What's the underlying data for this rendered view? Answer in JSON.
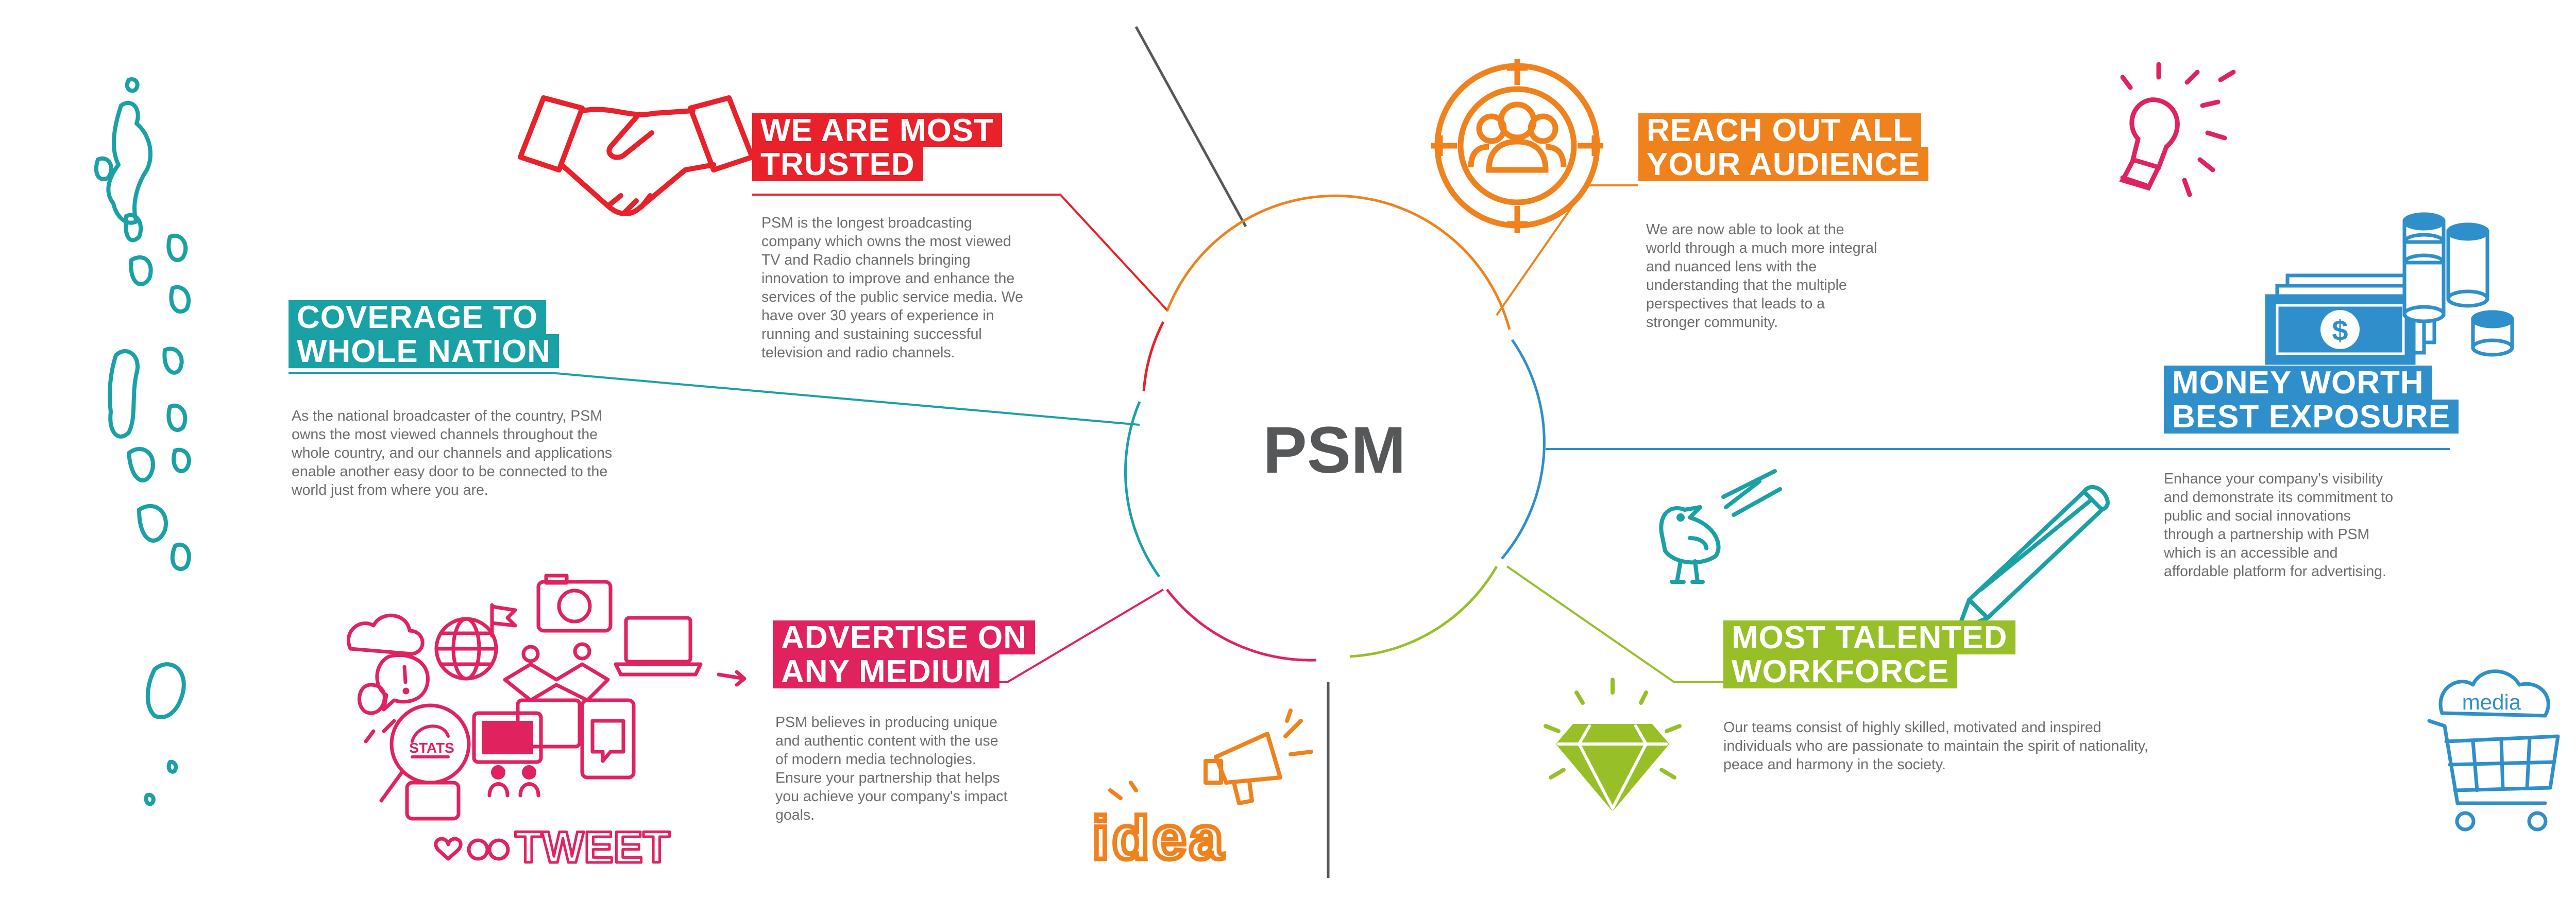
{
  "center": {
    "title": "PSM"
  },
  "colors": {
    "red": "#e8212a",
    "orange": "#f0821e",
    "teal": "#1aa1a6",
    "blue": "#2e8fcb",
    "magenta": "#e0225e",
    "green": "#97bf28",
    "gray_text": "#6d6d6d",
    "center_text": "#555759"
  },
  "sections": {
    "trusted": {
      "heading_line1": "WE ARE MOST",
      "heading_line2": "TRUSTED",
      "body": [
        "PSM is the longest broadcasting",
        "company which owns the most viewed",
        "TV and Radio channels bringing",
        "innovation to improve and enhance the",
        "services of the public service media. We",
        "have over 30 years of experience in",
        "running and sustaining successful",
        "television and radio channels."
      ],
      "icon": "handshake-icon"
    },
    "audience": {
      "heading_line1": "REACH OUT ALL",
      "heading_line2": "YOUR AUDIENCE",
      "body": [
        "We are now able to look at the",
        "world through a much more integral",
        "and nuanced lens with the",
        "understanding that the multiple",
        "perspectives that leads to a",
        "stronger community."
      ],
      "icon": "target-audience-icon"
    },
    "coverage": {
      "heading_line1": "COVERAGE TO",
      "heading_line2": "WHOLE NATION",
      "body": [
        "As the national broadcaster of the country, PSM",
        "owns the most viewed channels throughout the",
        "whole country, and our channels and applications",
        "enable another easy door to be connected to the",
        "world just from where you are."
      ],
      "icon": "maldives-map-icon"
    },
    "money": {
      "heading_line1": "MONEY WORTH",
      "heading_line2": "BEST EXPOSURE",
      "body": [
        "Enhance your company's visibility",
        "and demonstrate its commitment to",
        "public and social innovations",
        "through a partnership with PSM",
        "which is an accessible and",
        "affordable platform for advertising."
      ],
      "icon": "money-coins-icon"
    },
    "advertise": {
      "heading_line1": "ADVERTISE ON",
      "heading_line2": "ANY MEDIUM",
      "body": [
        "PSM believes in producing unique",
        "and authentic content with the use",
        "of modern media technologies.",
        "Ensure your partnership that helps",
        "you achieve your company's impact",
        "goals."
      ],
      "icon": "media-doodles-icon"
    },
    "workforce": {
      "heading_line1": "MOST TALENTED",
      "heading_line2": "WORKFORCE",
      "body": [
        "Our teams consist of highly skilled, motivated and inspired",
        "individuals who are passionate to maintain the spirit of nationality,",
        "peace and harmony in the society."
      ],
      "icon": "diamond-icon"
    }
  },
  "doodles": {
    "tweet_text": "TWEET",
    "stats_text": "STATS",
    "idea_text": "idea",
    "media_text": "media",
    "dollar_symbol": "$"
  }
}
